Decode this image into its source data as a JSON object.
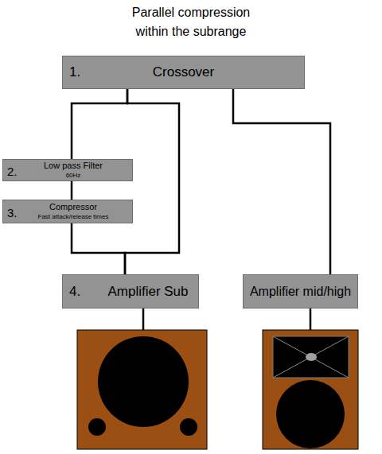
{
  "diagram": {
    "title": "Parallel compression within the subrange",
    "nodes": [
      {
        "text": [
          "1.",
          "Crossover"
        ]
      },
      {
        "text": [
          "2.",
          "Low pass Filter",
          "60Hz"
        ]
      },
      {
        "text": [
          "3.",
          "Compressor",
          "Fast attack/release times"
        ]
      },
      {
        "text": [
          "4.",
          "Amplifier Sub"
        ]
      },
      {
        "text": [
          "Amplifier mid/high"
        ]
      }
    ],
    "edges": [
      {
        "from": 0,
        "to": 1,
        "arrow": "none"
      },
      {
        "from": 1,
        "to": 2,
        "arrow": "none"
      },
      {
        "from": 2,
        "to": 3,
        "arrow": "none"
      },
      {
        "from": 0,
        "to": 3,
        "arrow": "none"
      },
      {
        "from": 0,
        "to": 4,
        "arrow": "none"
      }
    ]
  }
}
